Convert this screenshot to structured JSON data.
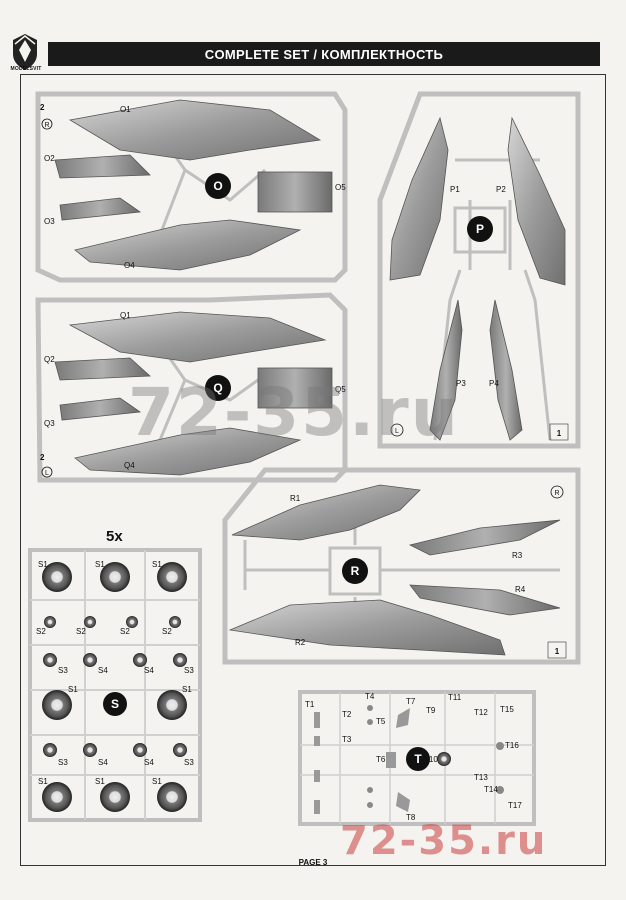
{
  "header": {
    "title": "COMPLETE SET / КОМПЛЕКТНОСТЬ",
    "logo_text": "MODELSVIT"
  },
  "sprues": {
    "O": {
      "letter": "O",
      "tag": "2",
      "side": "R",
      "parts": [
        "O1",
        "O2",
        "O3",
        "O4",
        "O5"
      ]
    },
    "P": {
      "letter": "P",
      "tag": "1",
      "side": "L",
      "parts": [
        "P1",
        "P2",
        "P3",
        "P4"
      ]
    },
    "Q": {
      "letter": "Q",
      "tag": "2",
      "side": "L",
      "parts": [
        "Q1",
        "Q2",
        "Q3",
        "Q4",
        "Q5"
      ]
    },
    "R": {
      "letter": "R",
      "tag": "1",
      "side": "R",
      "parts": [
        "R1",
        "R2",
        "R3",
        "R4"
      ]
    },
    "S": {
      "letter": "S",
      "count": "5x",
      "parts": [
        "S1",
        "S2",
        "S3",
        "S4"
      ]
    },
    "T": {
      "letter": "T",
      "parts": [
        "T1",
        "T2",
        "T3",
        "T4",
        "T5",
        "T6",
        "T7",
        "T8",
        "T9",
        "T10",
        "T11",
        "T12",
        "T13",
        "T14",
        "T15",
        "T16",
        "T17"
      ]
    }
  },
  "footer": {
    "page": "PAGE 3"
  },
  "watermark": {
    "text": "72-35.ru"
  },
  "colors": {
    "sprue": "#bfbfbf",
    "part": "#9a9a9a",
    "header_bg": "#1a1a1a"
  }
}
